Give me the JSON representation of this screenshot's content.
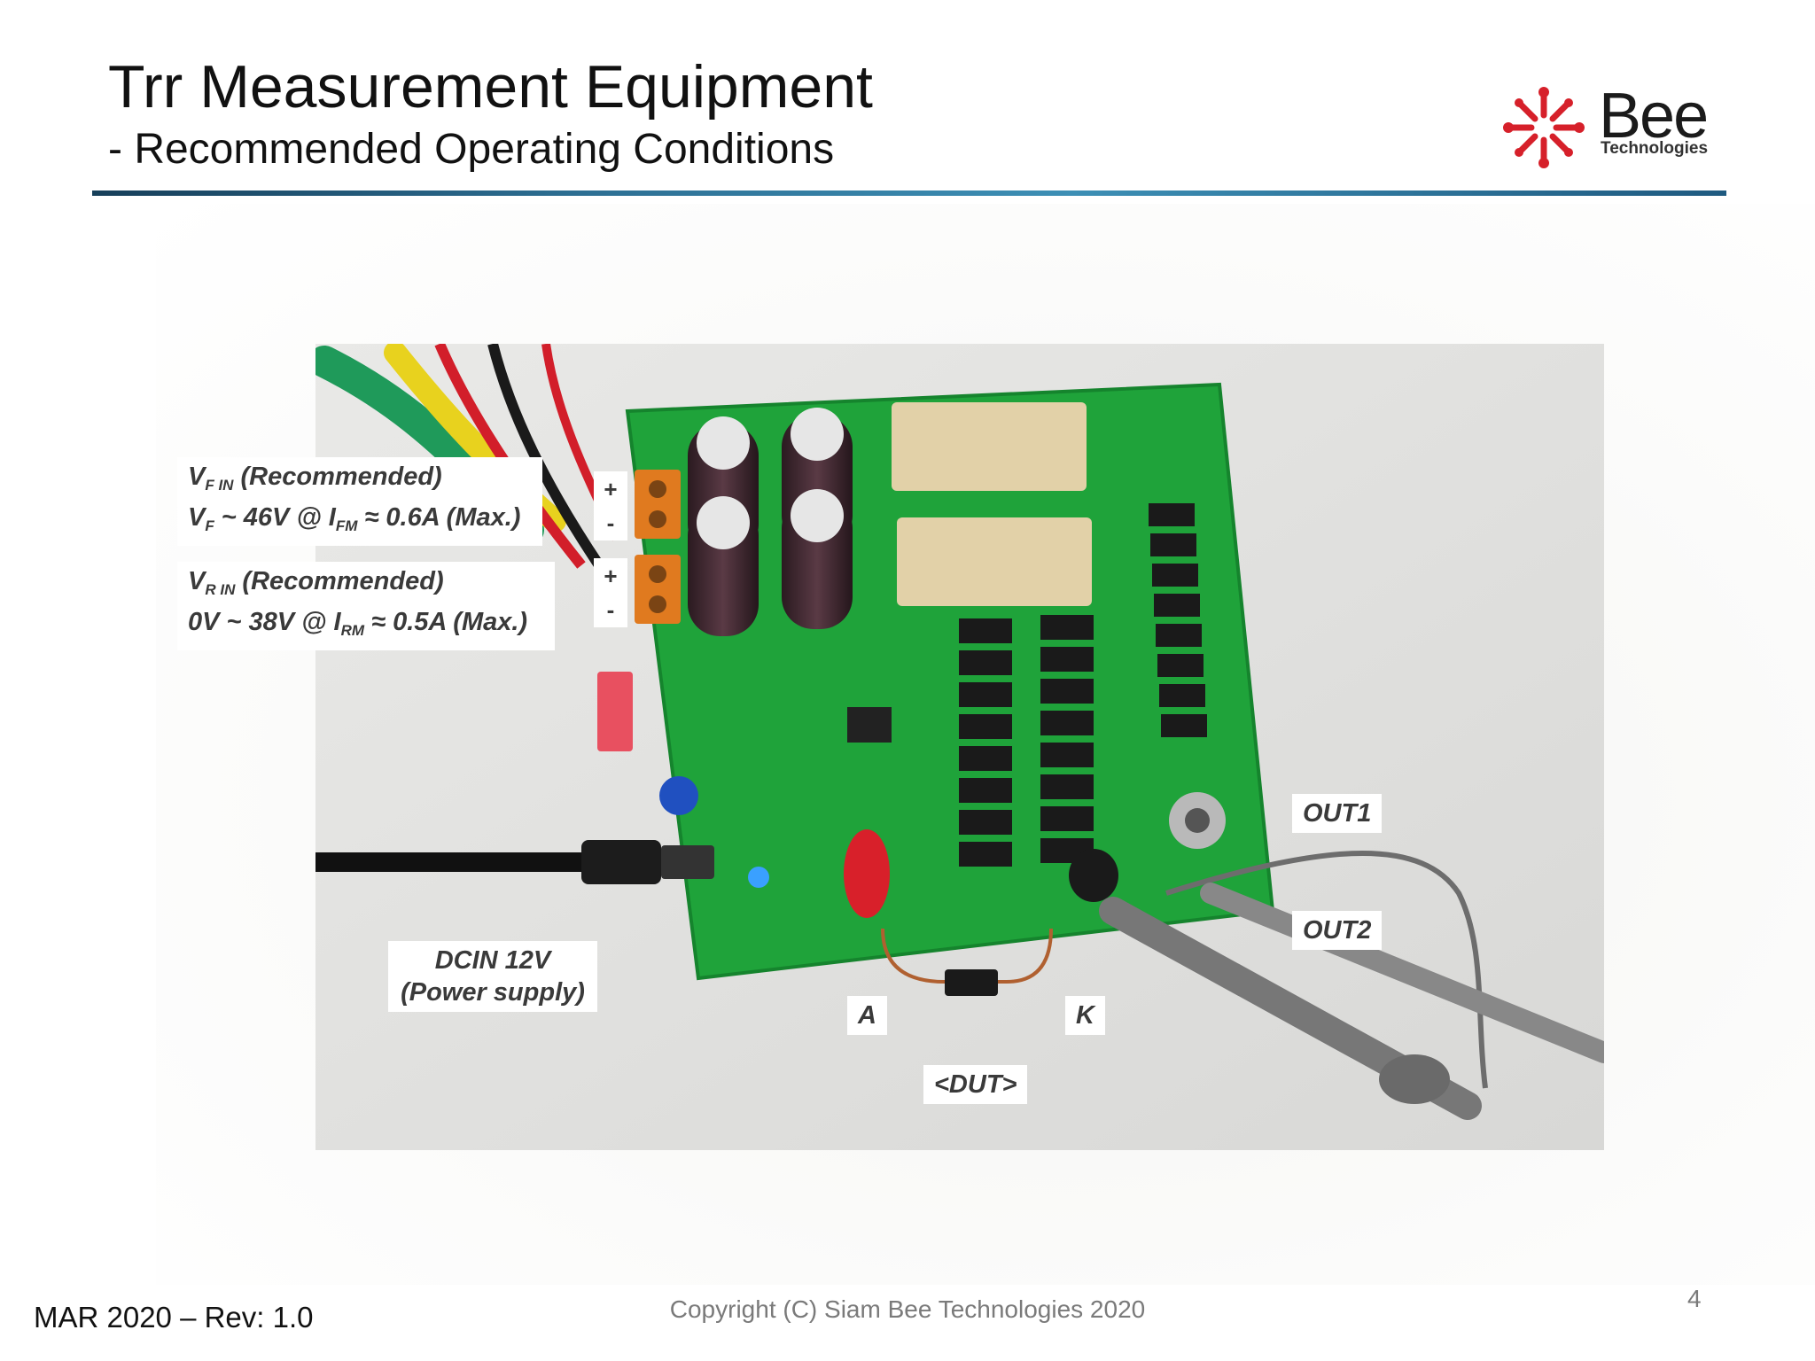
{
  "slide": {
    "title": "Trr Measurement Equipment",
    "subtitle": "- Recommended Operating Conditions"
  },
  "logo": {
    "icon": "bee-star-icon",
    "text": "Bee",
    "subtext": "Technologies",
    "color": "#d6202a"
  },
  "labels": {
    "vf_in_name": "(Recommended)",
    "vf_in_line2_a": "~ 46V @ I",
    "vf_in_line2_b": "≈ 0.6A (Max.)",
    "vr_in_name": "(Recommended)",
    "vr_in_line2_a": "0V ~ 38V @ I",
    "vr_in_line2_b": "≈ 0.5A (Max.)",
    "plus": "+",
    "minus": "-",
    "out1": "OUT1",
    "out2": "OUT2",
    "dcin_line1": "DCIN 12V",
    "dcin_line2": "(Power supply)",
    "anode": "A",
    "cathode": "K",
    "dut": "<DUT>"
  },
  "footer": {
    "date_rev": "MAR 2020 – Rev: 1.0",
    "copyright": "Copyright (C) Siam Bee Technologies 2020",
    "page_number": "4"
  }
}
